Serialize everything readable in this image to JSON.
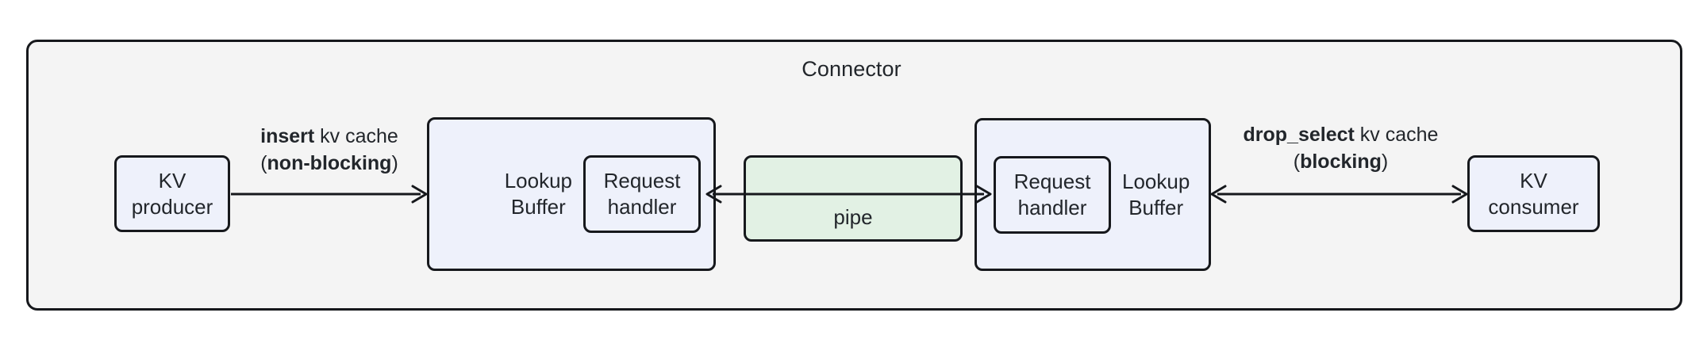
{
  "diagram": {
    "title": "Connector",
    "colors": {
      "container_bg": "#f4f4f4",
      "node_bg": "#eef1fb",
      "pipe_bg": "#e2f1e4",
      "stroke": "#16181c",
      "text": "#22262b"
    },
    "nodes": {
      "kv_producer": "KV\nproducer",
      "kv_consumer": "KV\nconsumer",
      "lookup_buffer_left": "Lookup\nBuffer",
      "lookup_buffer_right": "Lookup\nBuffer",
      "request_handler_left": "Request\nhandler",
      "request_handler_right": "Request\nhandler",
      "pipe": "pipe"
    },
    "edges": {
      "insert": {
        "line1_bold": "insert",
        "line1_rest": " kv cache",
        "line2_prefix": "(",
        "line2_bold": "non-blocking",
        "line2_suffix": ")",
        "direction": "one-way-right"
      },
      "pipe_link": {
        "direction": "two-way"
      },
      "drop_select": {
        "line1_bold": "drop_select",
        "line1_rest": " kv cache",
        "line2_prefix": "(",
        "line2_bold": "blocking",
        "line2_suffix": ")",
        "direction": "two-way"
      }
    }
  }
}
